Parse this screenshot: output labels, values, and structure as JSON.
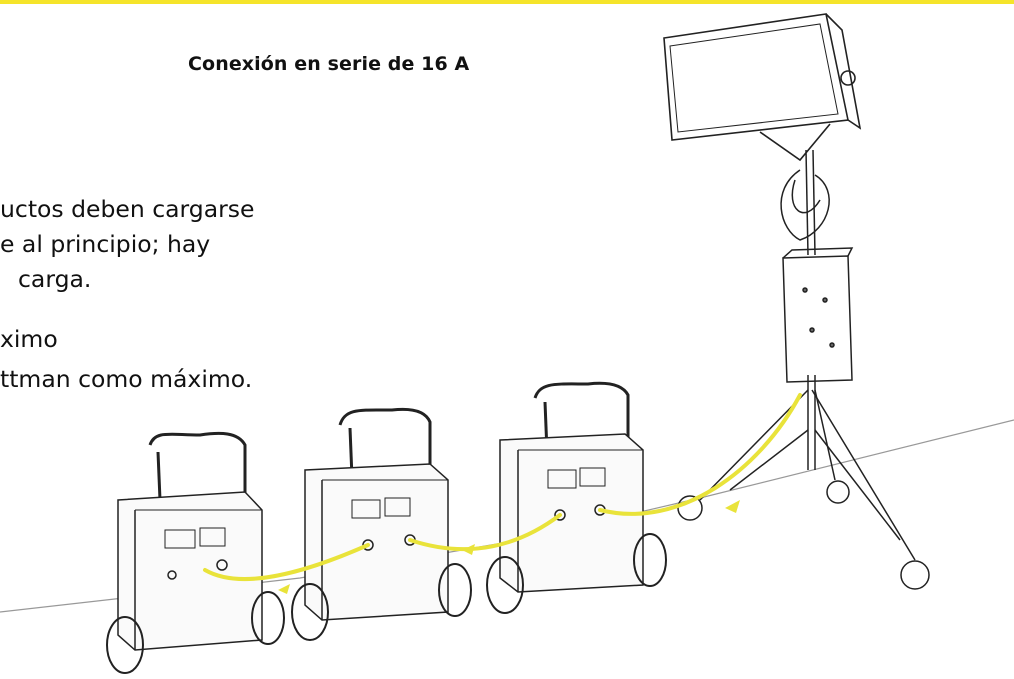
{
  "title": "Conexión en serie de 16 A",
  "paragraph": {
    "line1": "uctos deben cargarse",
    "line2": "e al principio; hay",
    "line3": "carga."
  },
  "list": {
    "item1": "ximo",
    "item2": "ttman como máximo."
  },
  "colors": {
    "accent": "#f5e42a",
    "cable": "#e9e33a"
  }
}
